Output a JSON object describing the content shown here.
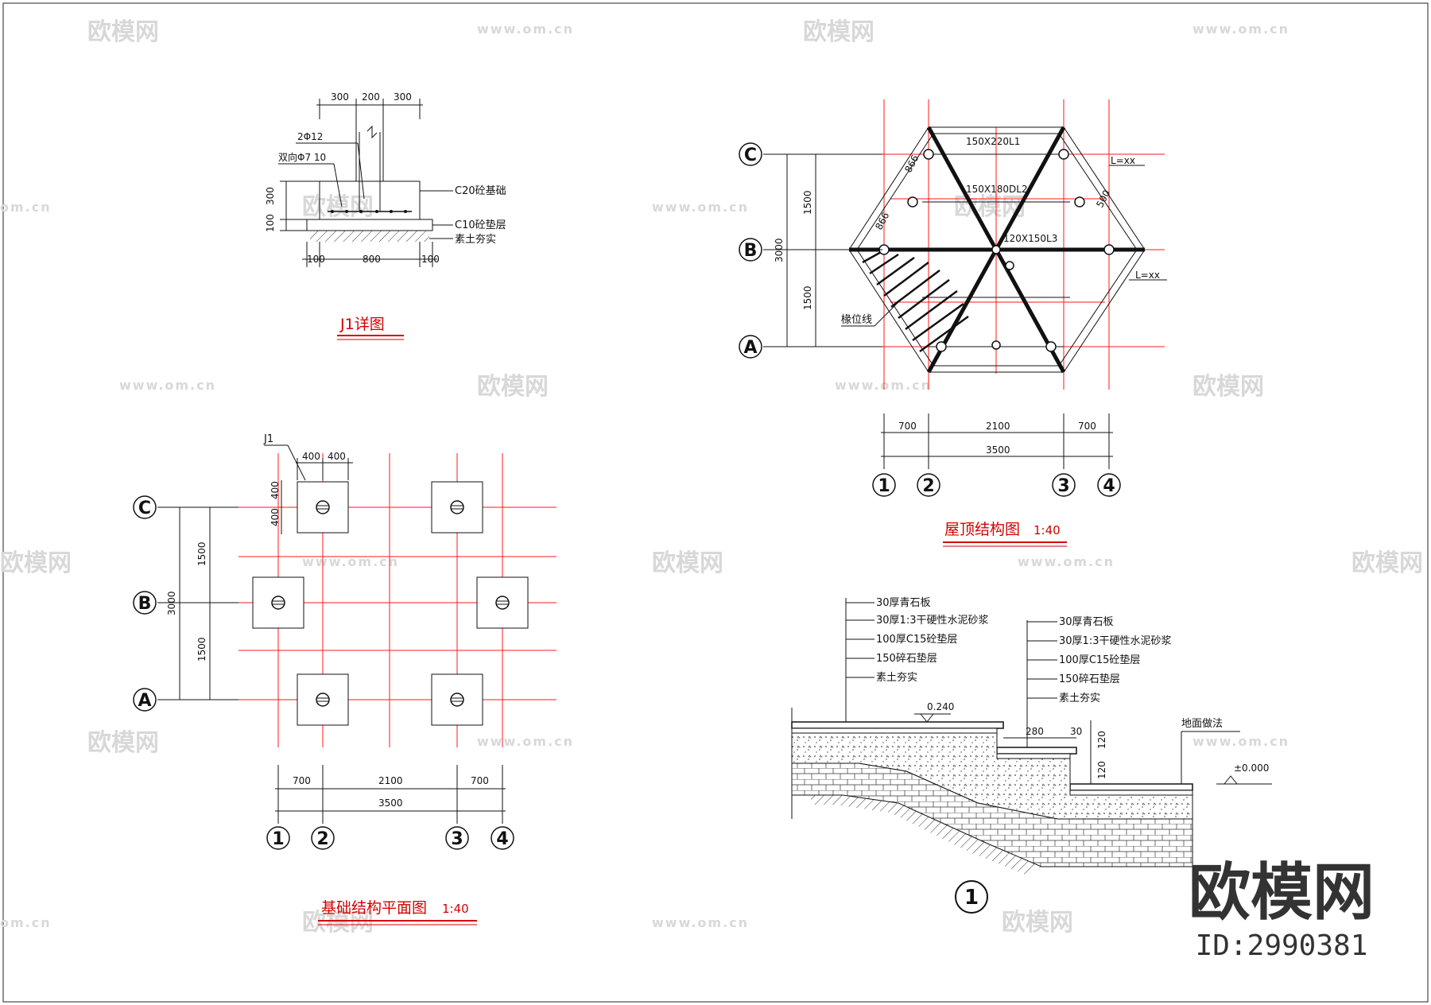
{
  "watermarks": {
    "logo": "欧模网",
    "url": "www.om.cn",
    "url_short": "om.cn"
  },
  "brand": {
    "name": "欧模网",
    "id": "ID:2990381"
  },
  "j1_detail": {
    "title": "J1详图",
    "top_dims": [
      "300",
      "200",
      "300"
    ],
    "bottom_dims": [
      "100",
      "800",
      "100"
    ],
    "left_dims": [
      "300",
      "100"
    ],
    "rebar_label": "2Φ12",
    "bidir_label": "双向Φ7 10",
    "notes": [
      "C20砼基础",
      "C10砼垫层",
      "素土夯实"
    ]
  },
  "roof_plan": {
    "title": "屋顶结构图",
    "scale": "1:40",
    "axes_rows": [
      "C",
      "B",
      "A"
    ],
    "axes_cols": [
      "1",
      "2",
      "3",
      "4"
    ],
    "left_dims": [
      "1500",
      "3000",
      "1500"
    ],
    "bottom_dims": [
      "700",
      "2100",
      "700"
    ],
    "total_dim": "3500",
    "beam_labels": [
      "150X220L1",
      "150X180DL2",
      "120X150L3"
    ],
    "diag_dims": [
      "866",
      "866",
      "500"
    ],
    "rafter_label": "椽位线",
    "small_labels": [
      "L=xx",
      "L=xx"
    ]
  },
  "foundation_plan": {
    "title": "基础结构平面图",
    "scale": "1:40",
    "j1_tag": "J1",
    "top_dims": [
      "400",
      "400"
    ],
    "side_dims": [
      "400",
      "400"
    ],
    "axes_rows": [
      "C",
      "B",
      "A"
    ],
    "axes_cols": [
      "1",
      "2",
      "3",
      "4"
    ],
    "left_dims": [
      "1500",
      "3000",
      "1500"
    ],
    "bottom_dims": [
      "700",
      "2100",
      "700"
    ],
    "total_dim": "3500"
  },
  "step_section": {
    "bubble": "1",
    "upper_layers": [
      "30厚青石板",
      "30厚1:3干硬性水泥砂浆",
      "100厚C15砼垫层",
      "150碎石垫层",
      "素土夯实"
    ],
    "lower_layers": [
      "30厚青石板",
      "30厚1:3干硬性水泥砂浆",
      "100厚C15砼垫层",
      "150碎石垫层",
      "素土夯实"
    ],
    "level_top": "0.240",
    "level_ground": "±0.000",
    "ground_note": "地面做法",
    "dims": [
      "280",
      "30",
      "120",
      "120"
    ]
  }
}
